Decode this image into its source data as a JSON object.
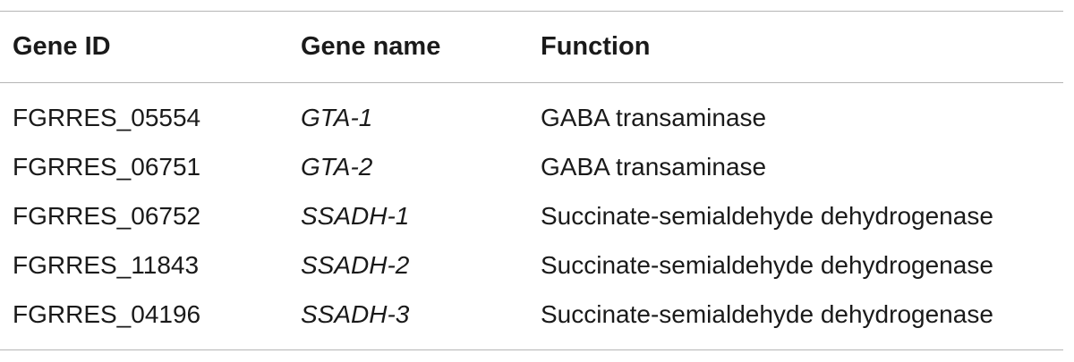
{
  "table": {
    "headers": {
      "gene_id": "Gene ID",
      "gene_name": "Gene name",
      "function": "Function"
    },
    "rows": [
      {
        "gene_id": "FGRRES_05554",
        "gene_name": "GTA-1",
        "function": "GABA transaminase"
      },
      {
        "gene_id": "FGRRES_06751",
        "gene_name": "GTA-2",
        "function": "GABA transaminase"
      },
      {
        "gene_id": "FGRRES_06752",
        "gene_name": "SSADH-1",
        "function": "Succinate-semialdehyde dehydrogenase"
      },
      {
        "gene_id": "FGRRES_11843",
        "gene_name": "SSADH-2",
        "function": "Succinate-semialdehyde dehydrogenase"
      },
      {
        "gene_id": "FGRRES_04196",
        "gene_name": "SSADH-3",
        "function": "Succinate-semialdehyde dehydrogenase"
      }
    ]
  }
}
